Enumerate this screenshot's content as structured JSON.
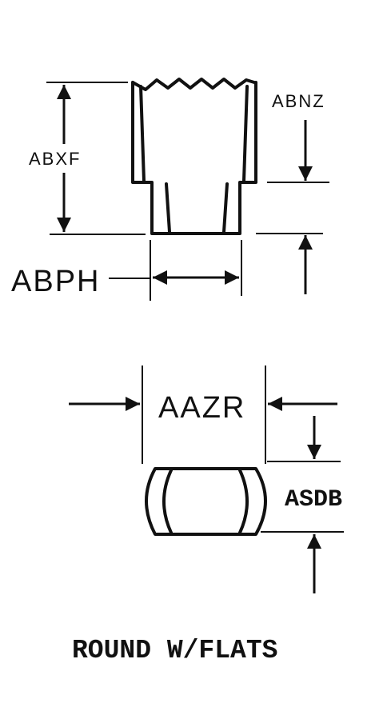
{
  "labels": {
    "abxf": "ABXF",
    "abnz": "ABNZ",
    "abph": "ABPH",
    "aazr": "AAZR",
    "asdb": "ASDB"
  },
  "caption": "ROUND W/FLATS",
  "colors": {
    "ink": "#111111",
    "paper": "#ffffff"
  }
}
